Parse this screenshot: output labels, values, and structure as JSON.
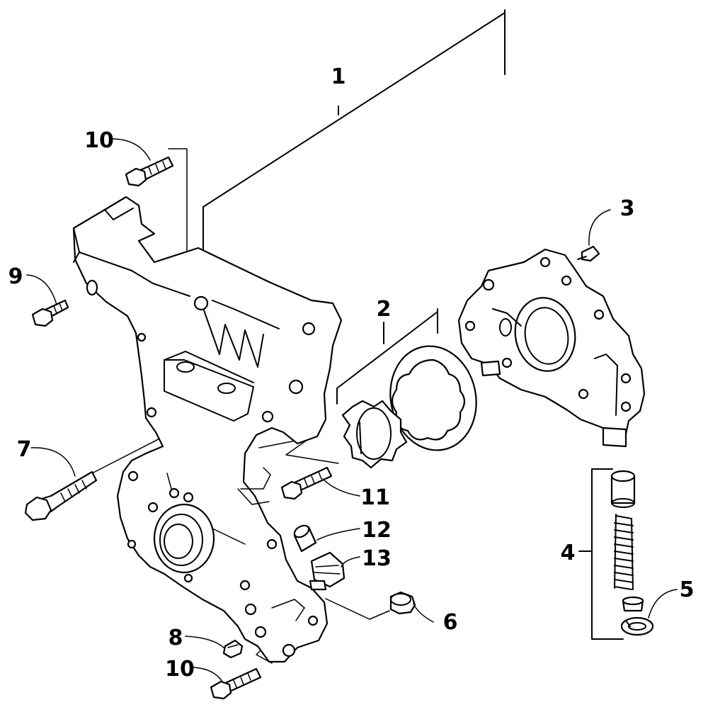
{
  "callouts": [
    {
      "id": "c1",
      "text": "1"
    },
    {
      "id": "c2",
      "text": "2"
    },
    {
      "id": "c3",
      "text": "3"
    },
    {
      "id": "c4",
      "text": "4"
    },
    {
      "id": "c5",
      "text": "5"
    },
    {
      "id": "c6",
      "text": "6"
    },
    {
      "id": "c7",
      "text": "7"
    },
    {
      "id": "c8",
      "text": "8"
    },
    {
      "id": "c9",
      "text": "9"
    },
    {
      "id": "c10a",
      "text": "10"
    },
    {
      "id": "c10b",
      "text": "10"
    },
    {
      "id": "c11",
      "text": "11"
    },
    {
      "id": "c12",
      "text": "12"
    },
    {
      "id": "c13",
      "text": "13"
    }
  ]
}
